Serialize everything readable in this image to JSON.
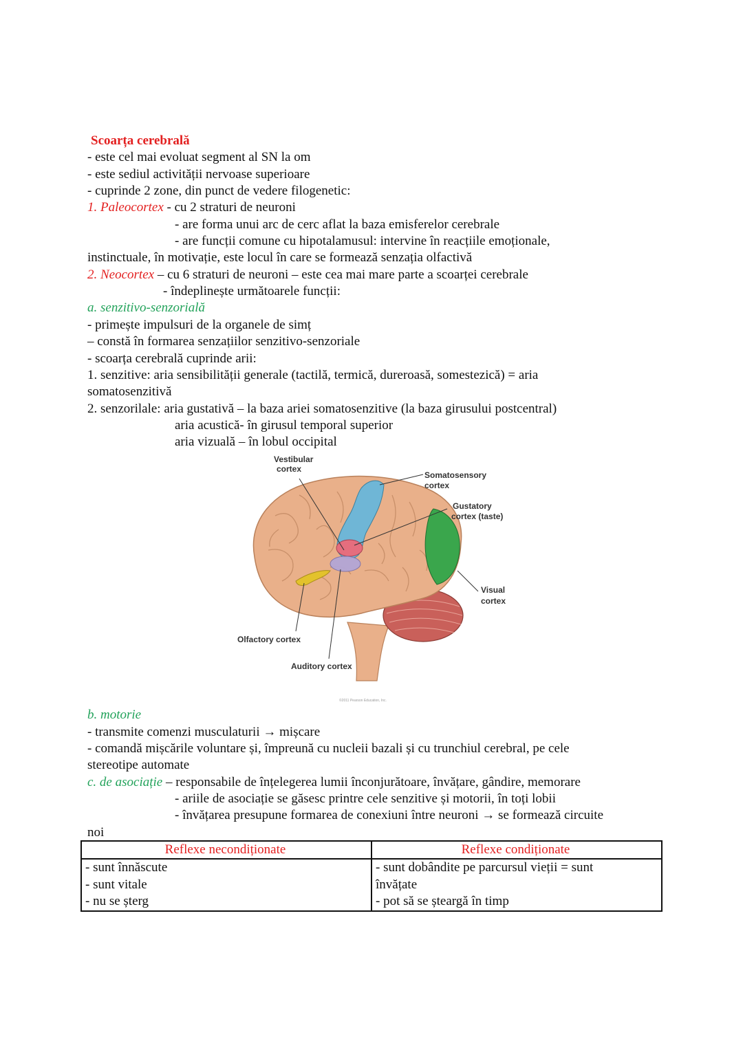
{
  "section": {
    "title": "Scoarța cerebrală",
    "intro": [
      "- este cel mai evoluat segment al SN la om",
      "- este sediul activității nervoase superioare",
      "- cuprinde 2 zone, din punct de vedere filogenetic:"
    ]
  },
  "paleocortex": {
    "label": "1. Paleocortex",
    "line1_rest": " - cu 2 straturi de neuroni",
    "line2": "- are forma unui arc de cerc aflat la baza emisferelor cerebrale",
    "line3": "- are funcții comune cu hipotalamusul: intervine în reacțiile emoționale,",
    "line4": "instinctuale, în motivație, este locul în care se formează senzația olfactivă"
  },
  "neocortex": {
    "label": "2. Neocortex",
    "line1_rest": " – cu 6 straturi de neuroni – este cea mai mare parte a scoarței cerebrale",
    "line2": "- îndeplinește următoarele funcții:"
  },
  "senzitivo": {
    "heading": "a. senzitivo-senzorială",
    "lines": [
      "- primește impulsuri de la organele de simț",
      "– constă în formarea senzațiilor senzitivo-senzoriale",
      "- scoarța cerebrală cuprinde arii:",
      "1. senzitive: aria sensibilității generale (tactilă, termică, dureroasă, somestezică) = aria",
      "somatosenzitivă",
      "2. senzorilale: aria gustativă – la baza ariei somatosenzitive (la baza girusului postcentral)"
    ],
    "indent1": "aria acustică- în girusul temporal superior",
    "indent2": "aria vizuală – în lobul occipital"
  },
  "figure": {
    "labels": {
      "vestibular1": "Vestibular",
      "vestibular2": "cortex",
      "somato1": "Somatosensory",
      "somato2": "cortex",
      "gustatory1": "Gustatory",
      "gustatory2": "cortex (taste)",
      "visual1": "Visual",
      "visual2": "cortex",
      "olfactory": "Olfactory cortex",
      "auditory": "Auditory cortex",
      "copyright": "©2011 Pearson Education, Inc."
    },
    "colors": {
      "brain": "#e9b08a",
      "somatosensory": "#6fb6d6",
      "gustatory": "#e56e7e",
      "auditory": "#b3a6d6",
      "visual": "#3aa64c",
      "olfactory": "#e3c22c",
      "cerebellum": "#c9605a"
    }
  },
  "motorie": {
    "heading": "b. motorie",
    "lines": [
      "- transmite comenzi musculaturii → mișcare",
      "- comandă  mișcările voluntare și, împreună cu nucleii bazali și cu trunchiul cerebral, pe cele",
      "stereotipe automate"
    ]
  },
  "asociatie": {
    "heading": "c. de asociație",
    "line1_rest": " – responsabile de înțelegerea lumii înconjurătoare, învățare, gândire, memorare",
    "line2": "- ariile de asociație se găsesc printre cele senzitive și motorii, în toți lobii",
    "line3": "- învățarea presupune formarea de conexiuni între neuroni → se formează circuite",
    "line4": "noi"
  },
  "table": {
    "headers": [
      "Reflexe necondiționate",
      "Reflexe condiționate"
    ],
    "left": [
      "- sunt înnăscute",
      "- sunt vitale",
      "- nu se șterg"
    ],
    "right": [
      "- sunt dobândite pe parcursul vieții = sunt",
      "învățate",
      "- pot să se șteargă în timp"
    ]
  }
}
